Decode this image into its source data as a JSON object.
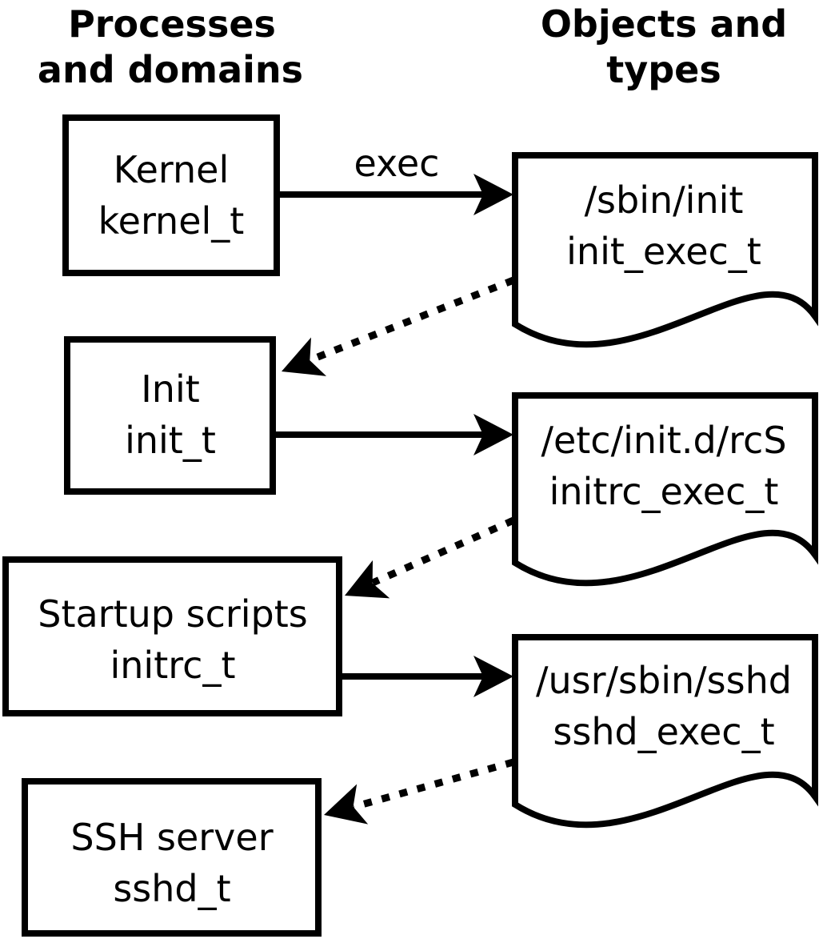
{
  "headers": {
    "left": {
      "line1": "Processes",
      "line2": "and domains"
    },
    "right": {
      "line1": "Objects and",
      "line2": "types"
    }
  },
  "process_nodes": [
    {
      "label": "Kernel",
      "domain": "kernel_t"
    },
    {
      "label": "Init",
      "domain": "init_t"
    },
    {
      "label": "Startup scripts",
      "domain": "initrc_t"
    },
    {
      "label": "SSH server",
      "domain": "sshd_t"
    }
  ],
  "object_nodes": [
    {
      "path": "/sbin/init",
      "type": "init_exec_t"
    },
    {
      "path": "/etc/init.d/rcS",
      "type": "initrc_exec_t"
    },
    {
      "path": "/usr/sbin/sshd",
      "type": "sshd_exec_t"
    }
  ],
  "edges": [
    {
      "style": "solid",
      "label": "exec",
      "from": "kernel_t",
      "to": "init_exec_t"
    },
    {
      "style": "dotted",
      "label": "",
      "from": "init_exec_t",
      "to": "init_t"
    },
    {
      "style": "solid",
      "label": "",
      "from": "init_t",
      "to": "initrc_exec_t"
    },
    {
      "style": "dotted",
      "label": "",
      "from": "initrc_exec_t",
      "to": "initrc_t"
    },
    {
      "style": "solid",
      "label": "",
      "from": "initrc_t",
      "to": "sshd_exec_t"
    },
    {
      "style": "dotted",
      "label": "",
      "from": "sshd_exec_t",
      "to": "sshd_t"
    }
  ],
  "colors": {
    "foreground": "#000000",
    "background": "#ffffff"
  }
}
